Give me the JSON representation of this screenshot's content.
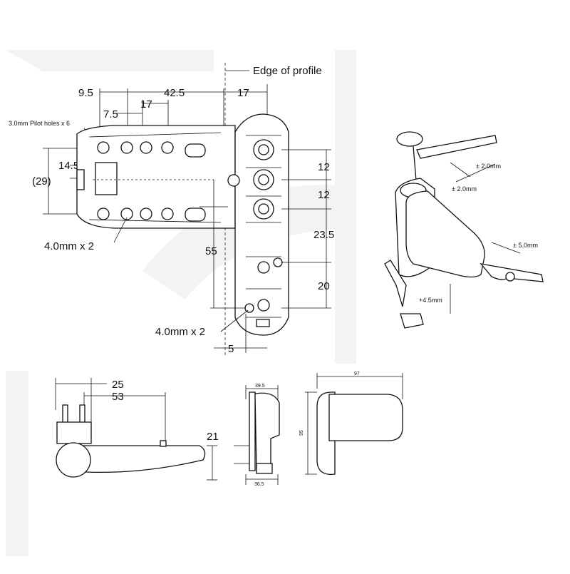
{
  "colors": {
    "line": "#111111",
    "ghost": "#f3f3f3",
    "background": "#ffffff"
  },
  "top_view": {
    "edge_label": "Edge of profile",
    "dims_top": [
      "9.5",
      "42.5",
      "17",
      "7.5",
      "17"
    ],
    "pilot_note": "3.0mm Pilot holes x 6",
    "dim_14_5": "14.5",
    "dim_29": "(29)",
    "hole_note_left": "4.0mm x 2",
    "hole_note_bottom": "4.0mm x 2",
    "dim_55": "55",
    "dim_5": "5",
    "right_dims": [
      "12",
      "12",
      "23.5",
      "20"
    ]
  },
  "iso_view": {
    "tol_a": "± 2.0mm",
    "tol_b": "± 2.0mm",
    "tol_c": "± 5.0mm",
    "tol_d": "+4.5mm"
  },
  "side_view": {
    "dim_25": "25",
    "dim_53": "53",
    "dim_21": "21"
  },
  "end_view": {
    "dim_top": "39.5",
    "dim_bottom": "36.5"
  },
  "front_view": {
    "dim_width": "97",
    "dim_height": "95"
  }
}
